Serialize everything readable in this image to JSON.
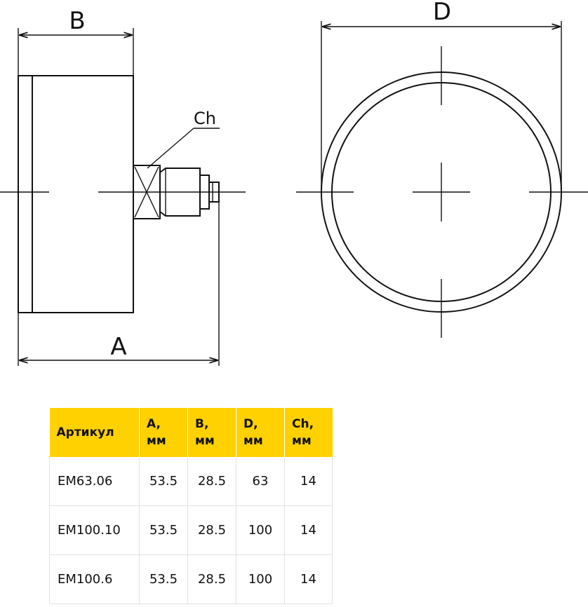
{
  "drawing": {
    "label_b": "B",
    "label_a": "A",
    "label_d": "D",
    "label_ch": "Ch"
  },
  "table": {
    "headers": [
      "Артикул",
      "A,\nмм",
      "B,\nмм",
      "D,\nмм",
      "Ch,\nмм"
    ],
    "rows": [
      [
        "EM63.06",
        "53.5",
        "28.5",
        "63",
        "14"
      ],
      [
        "EM100.10",
        "53.5",
        "28.5",
        "100",
        "14"
      ],
      [
        "EM100.6",
        "53.5",
        "28.5",
        "100",
        "14"
      ]
    ]
  }
}
